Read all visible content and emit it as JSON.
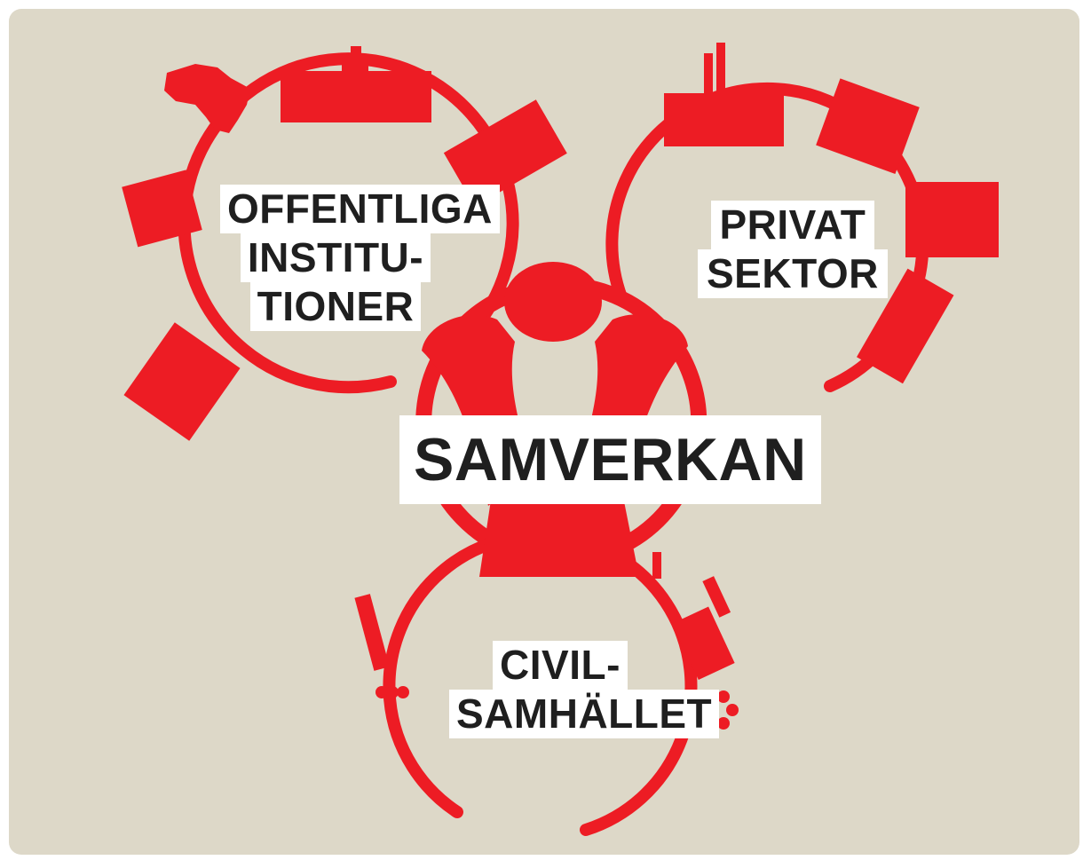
{
  "labels": {
    "public": [
      "OFFENTLIGA",
      "INSTITU-",
      "TIONER"
    ],
    "private": [
      "PRIVAT",
      "SEKTOR"
    ],
    "civil": [
      "CIVIL-",
      "SAMHÄLLET"
    ],
    "center": "SAMVERKAN"
  },
  "colors": {
    "background": "#ddd8c8",
    "accent": "#ed1c24",
    "label_bg": "#ffffff",
    "label_text": "#1f1f1f"
  },
  "icons": [
    "africa-map-icon",
    "government-building-icon",
    "office-tower-icon",
    "apartment-block-icon",
    "factory-icon",
    "warehouse-icon",
    "person-icon",
    "church-icon",
    "crowd-icon"
  ]
}
